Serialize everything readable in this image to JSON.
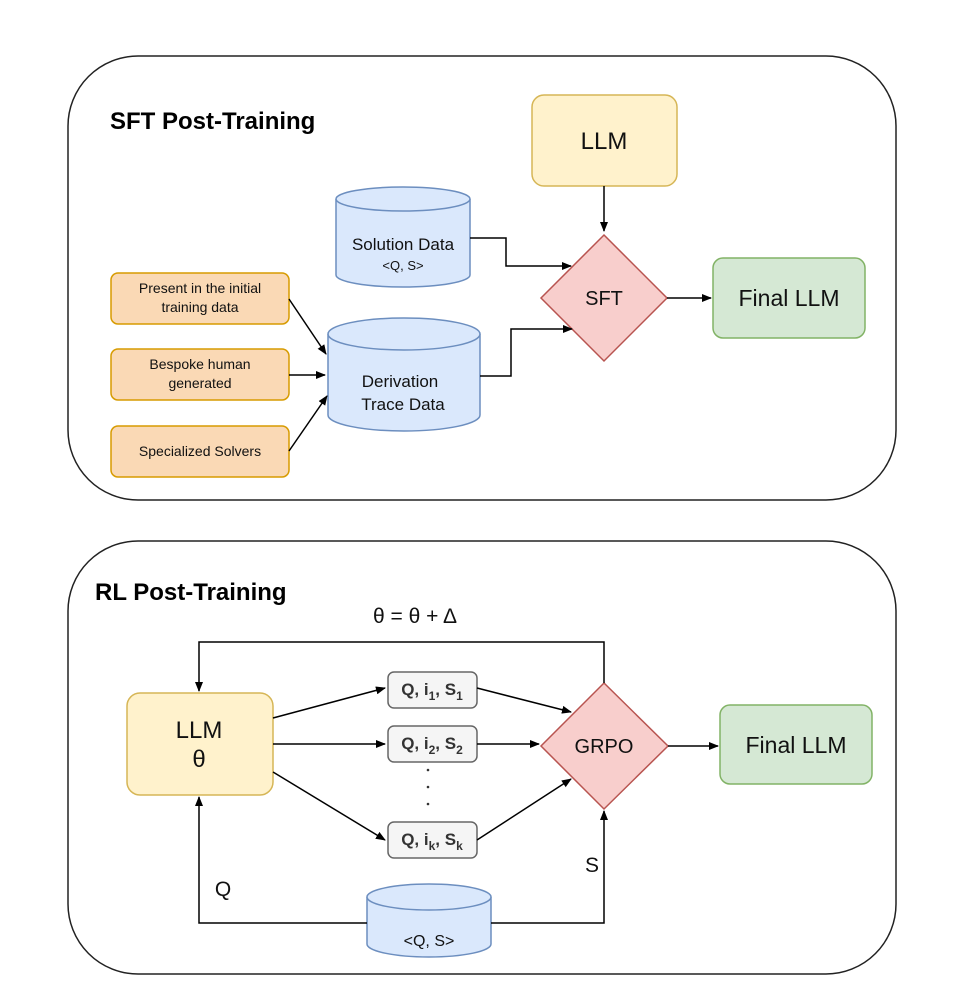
{
  "sft": {
    "title": "SFT Post-Training",
    "llm": "LLM",
    "solution_data": {
      "line1": "Solution Data",
      "line2": "<Q, S>"
    },
    "derivation": {
      "line1": "Derivation",
      "line2": "Trace Data"
    },
    "sources": [
      {
        "line1": "Present in the initial",
        "line2": "training data"
      },
      {
        "line1": "Bespoke human",
        "line2": "generated"
      },
      {
        "line1": "Specialized Solvers",
        "line2": ""
      }
    ],
    "sft_node": "SFT",
    "final": "Final LLM"
  },
  "rl": {
    "title": "RL Post-Training",
    "update": "θ = θ + Δ",
    "llm": {
      "line1": "LLM",
      "line2": "θ"
    },
    "samples": [
      {
        "q": "Q, i",
        "i_sub": "1",
        "mid": ", S",
        "s_sub": "1"
      },
      {
        "q": "Q, i",
        "i_sub": "2",
        "mid": ", S",
        "s_sub": "2"
      },
      {
        "q": "Q, i",
        "i_sub": "k",
        "mid": ", S",
        "s_sub": "k"
      }
    ],
    "grpo": "GRPO",
    "final": "Final LLM",
    "q_label": "Q",
    "s_label": "S",
    "dataset": "<Q, S>"
  },
  "colors": {
    "llm_fill": "#fff2cc",
    "llm_stroke": "#d6b656",
    "db_fill": "#dae8fc",
    "db_stroke": "#6c8ebf",
    "src_fill": "#fad9b5",
    "src_stroke": "#d79b00",
    "diamond_fill": "#f8cecc",
    "diamond_stroke": "#b85450",
    "final_fill": "#d5e8d4",
    "final_stroke": "#82b366",
    "sample_fill": "#f5f5f5",
    "sample_stroke": "#666666"
  }
}
